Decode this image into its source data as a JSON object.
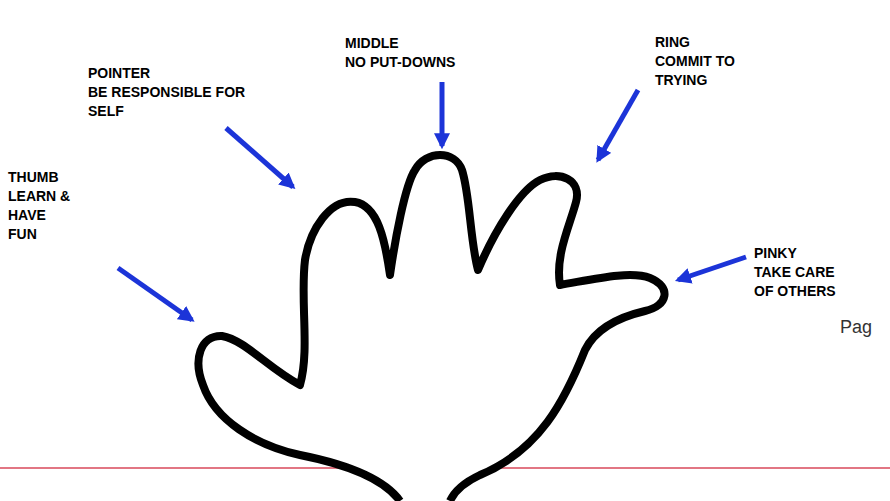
{
  "diagram": {
    "labels": [
      "THUMB",
      "LEARN & HAVE FUN",
      "POINTER",
      "BE RESPONSIBLE FOR SELF",
      "MIDDLE",
      "NO PUT-DOWNS",
      "RING",
      "COMMIT TO TRYING",
      "PINKY",
      "TAKE CARE OF OTHERS",
      "Pag"
    ]
  }
}
